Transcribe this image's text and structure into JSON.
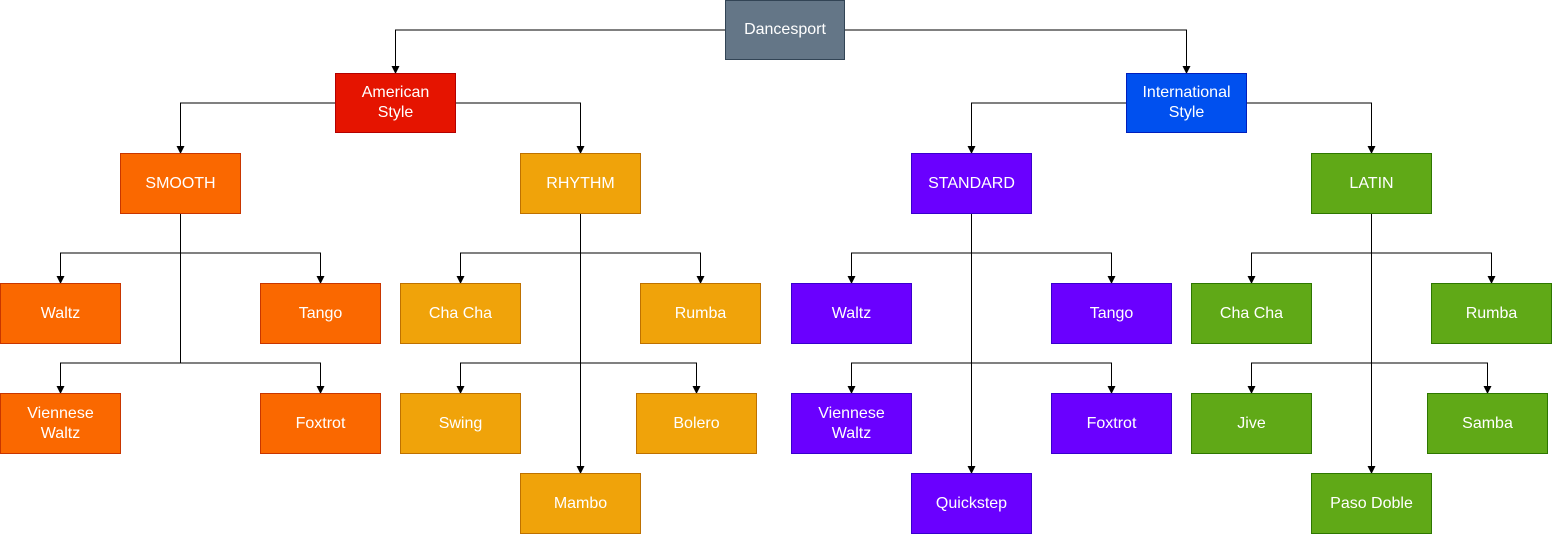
{
  "colors": {
    "root": "#647687",
    "american": "#e51400",
    "international": "#0050ef",
    "smooth": "#fa6800",
    "rhythm": "#f0a30a",
    "standard": "#6a00ff",
    "latin": "#60a917",
    "edge": "#000000"
  },
  "nodes": {
    "root": "Dancesport",
    "american": "American\nStyle",
    "international": "International\nStyle",
    "smooth": "SMOOTH",
    "rhythm": "RHYTHM",
    "standard": "STANDARD",
    "latin": "LATIN",
    "smooth_waltz": "Waltz",
    "smooth_tango": "Tango",
    "smooth_viennese": "Viennese\nWaltz",
    "smooth_foxtrot": "Foxtrot",
    "rhythm_chacha": "Cha Cha",
    "rhythm_rumba": "Rumba",
    "rhythm_swing": "Swing",
    "rhythm_bolero": "Bolero",
    "rhythm_mambo": "Mambo",
    "standard_waltz": "Waltz",
    "standard_tango": "Tango",
    "standard_viennese": "Viennese\nWaltz",
    "standard_foxtrot": "Foxtrot",
    "standard_quickstep": "Quickstep",
    "latin_chacha": "Cha Cha",
    "latin_rumba": "Rumba",
    "latin_jive": "Jive",
    "latin_samba": "Samba",
    "latin_pasodoble": "Paso Doble"
  },
  "edges": [
    [
      "root",
      "american"
    ],
    [
      "root",
      "international"
    ],
    [
      "american",
      "smooth"
    ],
    [
      "american",
      "rhythm"
    ],
    [
      "international",
      "standard"
    ],
    [
      "international",
      "latin"
    ],
    [
      "smooth",
      "smooth_waltz"
    ],
    [
      "smooth",
      "smooth_tango"
    ],
    [
      "smooth",
      "smooth_viennese"
    ],
    [
      "smooth",
      "smooth_foxtrot"
    ],
    [
      "rhythm",
      "rhythm_chacha"
    ],
    [
      "rhythm",
      "rhythm_rumba"
    ],
    [
      "rhythm",
      "rhythm_swing"
    ],
    [
      "rhythm",
      "rhythm_bolero"
    ],
    [
      "rhythm",
      "rhythm_mambo"
    ],
    [
      "standard",
      "standard_waltz"
    ],
    [
      "standard",
      "standard_tango"
    ],
    [
      "standard",
      "standard_viennese"
    ],
    [
      "standard",
      "standard_foxtrot"
    ],
    [
      "standard",
      "standard_quickstep"
    ],
    [
      "latin",
      "latin_chacha"
    ],
    [
      "latin",
      "latin_rumba"
    ],
    [
      "latin",
      "latin_jive"
    ],
    [
      "latin",
      "latin_samba"
    ],
    [
      "latin",
      "latin_pasodoble"
    ]
  ]
}
